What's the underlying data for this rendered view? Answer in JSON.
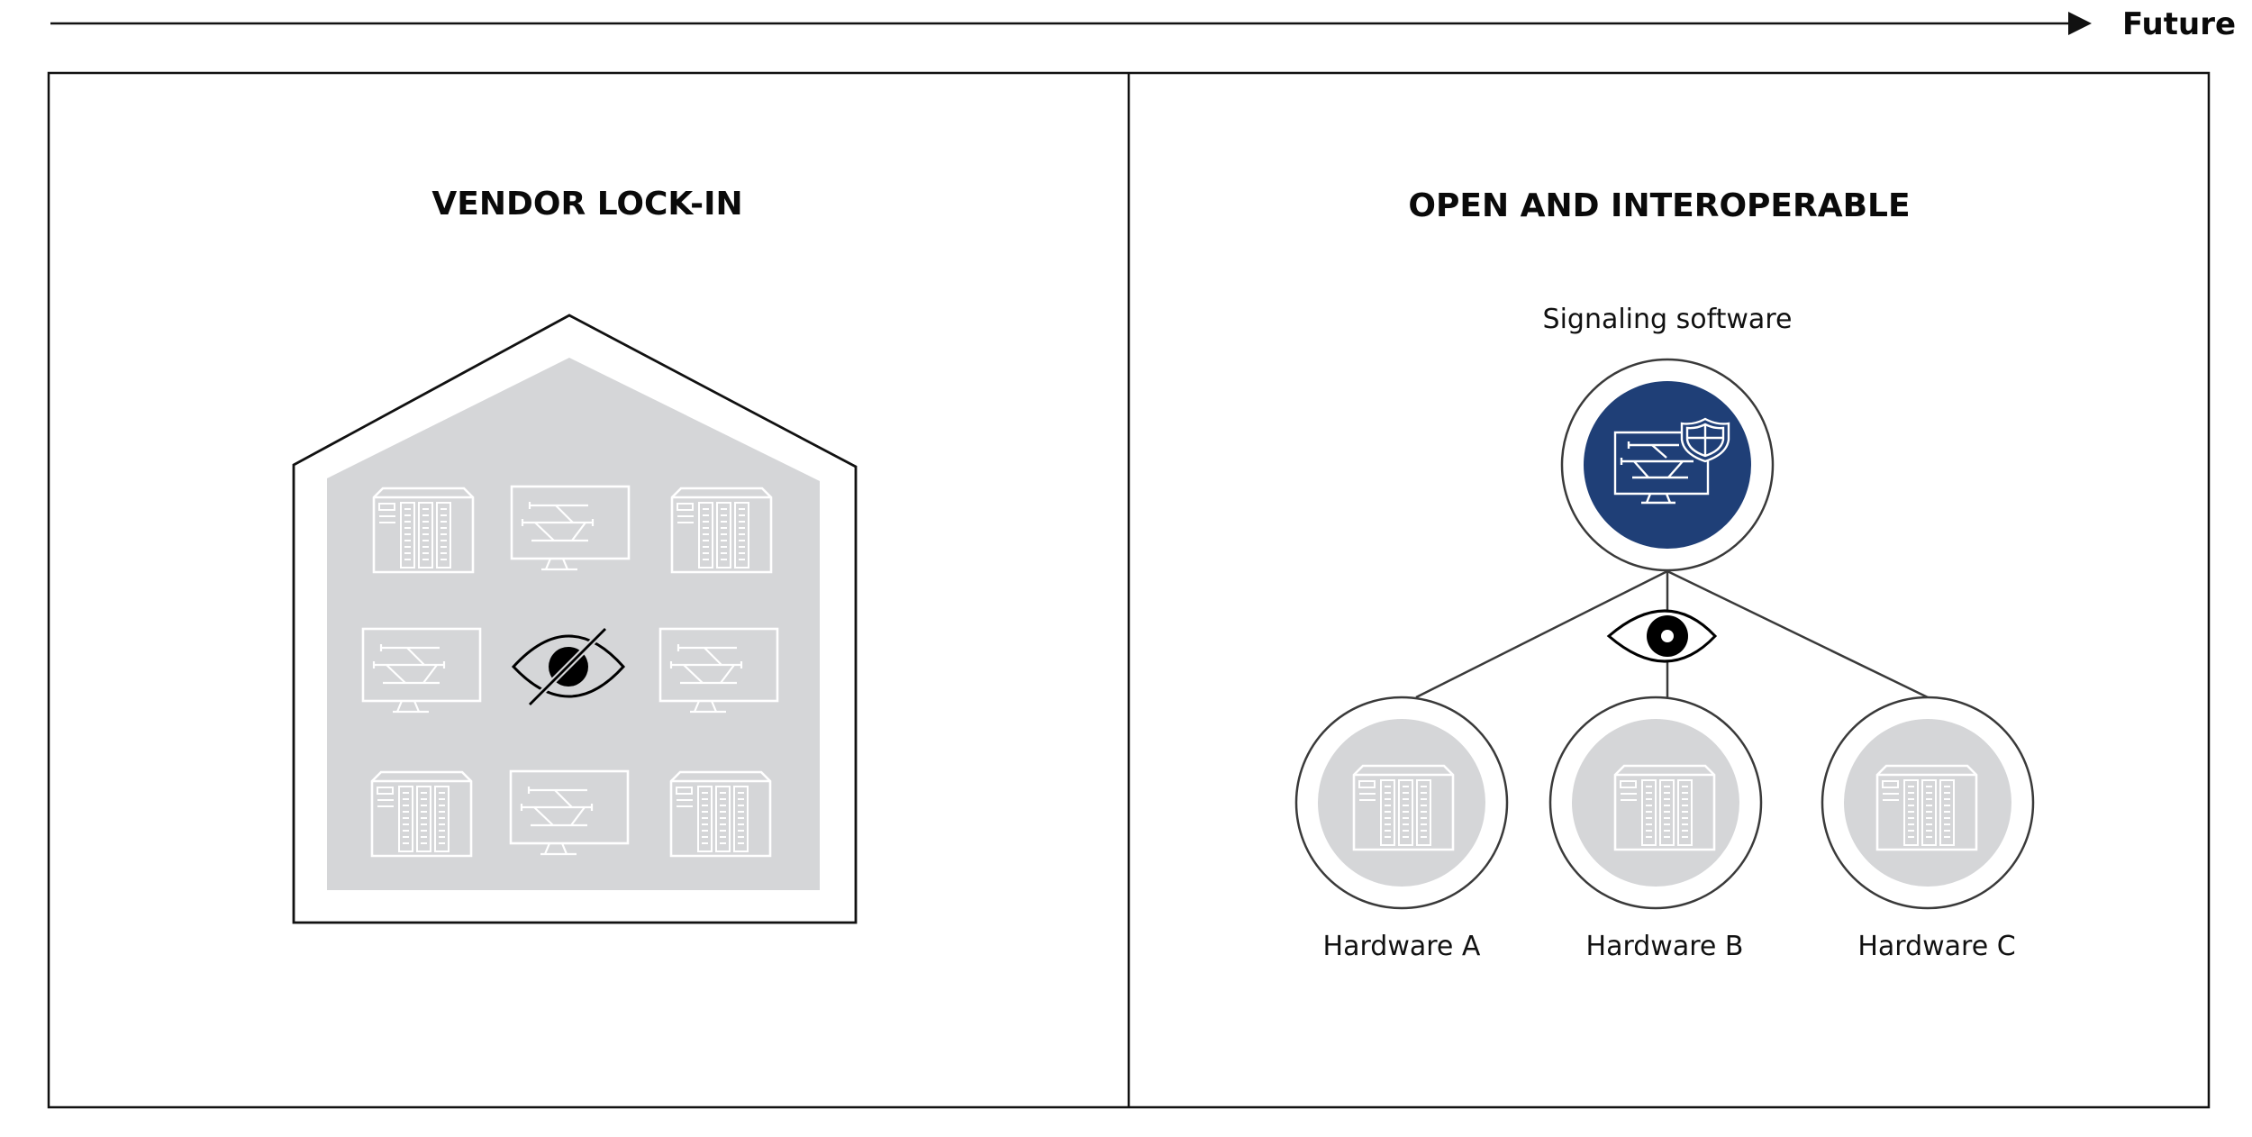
{
  "timeline": {
    "label": "Future",
    "arrow_icon": "arrow-right-icon"
  },
  "panels": [
    {
      "id": "vendor-lock-in",
      "title": "VENDOR LOCK-IN",
      "grid_icons": [
        [
          "controller-rack-icon",
          "signaling-monitor-icon",
          "controller-rack-icon"
        ],
        [
          "signaling-monitor-icon",
          "eye-crossed-icon",
          "signaling-monitor-icon"
        ],
        [
          "controller-rack-icon",
          "signaling-monitor-icon",
          "controller-rack-icon"
        ]
      ]
    },
    {
      "id": "open-interoperable",
      "title": "OPEN AND INTEROPERABLE",
      "software": {
        "label": "Signaling software",
        "icon": "secure-signaling-monitor-icon"
      },
      "visibility_icon": "eye-icon",
      "hardware": [
        {
          "label": "Hardware A",
          "icon": "controller-rack-icon"
        },
        {
          "label": "Hardware B",
          "icon": "controller-rack-icon"
        },
        {
          "label": "Hardware C",
          "icon": "controller-rack-icon"
        }
      ]
    }
  ],
  "colors": {
    "stroke": "#111111",
    "connector": "#3a3a3a",
    "panel_gray": "#d5d6d8",
    "software_blue": "#1f3f77",
    "icon_line": "#ffffff"
  }
}
